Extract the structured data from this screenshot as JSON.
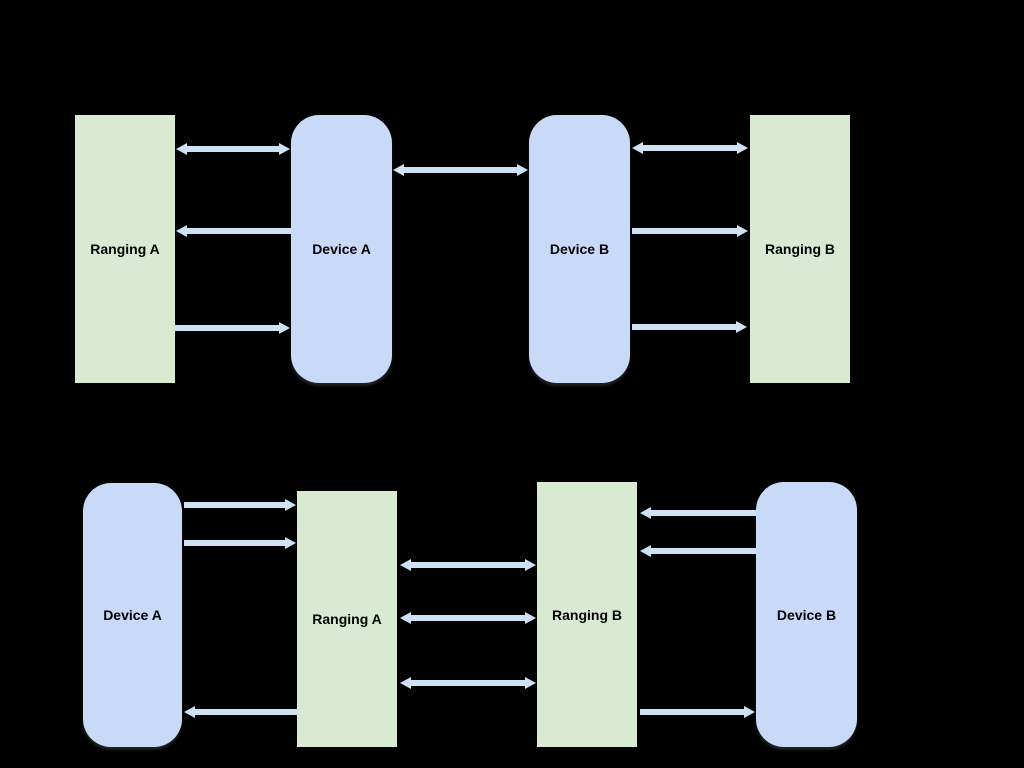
{
  "colors": {
    "background": "#000000",
    "device_box": "#c9daf8",
    "ranging_box": "#d9ead3",
    "arrow": "#cfe2f3",
    "label_text": "#000000"
  },
  "diagram_top": {
    "boxes": [
      {
        "label": "Ranging A",
        "type": "ranging"
      },
      {
        "label": "Device A",
        "type": "device"
      },
      {
        "label": "Device B",
        "type": "device"
      },
      {
        "label": "Ranging B",
        "type": "ranging"
      }
    ],
    "arrows": [
      {
        "between": [
          "Ranging A",
          "Device A"
        ],
        "direction": "both"
      },
      {
        "between": [
          "Device A",
          "Ranging A"
        ],
        "direction": "to-Ranging A"
      },
      {
        "between": [
          "Ranging A",
          "Device A"
        ],
        "direction": "to-Device A"
      },
      {
        "between": [
          "Device A",
          "Device B"
        ],
        "direction": "both"
      },
      {
        "between": [
          "Device B",
          "Ranging B"
        ],
        "direction": "both"
      },
      {
        "between": [
          "Device B",
          "Ranging B"
        ],
        "direction": "to-Ranging B"
      },
      {
        "between": [
          "Device B",
          "Ranging B"
        ],
        "direction": "to-Ranging B"
      }
    ]
  },
  "diagram_bottom": {
    "boxes": [
      {
        "label": "Device A",
        "type": "device"
      },
      {
        "label": "Ranging A",
        "type": "ranging"
      },
      {
        "label": "Ranging B",
        "type": "ranging"
      },
      {
        "label": "Device B",
        "type": "device"
      }
    ],
    "arrows": [
      {
        "between": [
          "Device A",
          "Ranging A"
        ],
        "direction": "to-Ranging A"
      },
      {
        "between": [
          "Device A",
          "Ranging A"
        ],
        "direction": "to-Ranging A"
      },
      {
        "between": [
          "Ranging A",
          "Device A"
        ],
        "direction": "to-Device A"
      },
      {
        "between": [
          "Ranging A",
          "Ranging B"
        ],
        "direction": "both"
      },
      {
        "between": [
          "Ranging A",
          "Ranging B"
        ],
        "direction": "both"
      },
      {
        "between": [
          "Ranging A",
          "Ranging B"
        ],
        "direction": "both"
      },
      {
        "between": [
          "Device B",
          "Ranging B"
        ],
        "direction": "to-Ranging B"
      },
      {
        "between": [
          "Device B",
          "Ranging B"
        ],
        "direction": "to-Ranging B"
      },
      {
        "between": [
          "Ranging B",
          "Device B"
        ],
        "direction": "to-Device B"
      }
    ]
  }
}
